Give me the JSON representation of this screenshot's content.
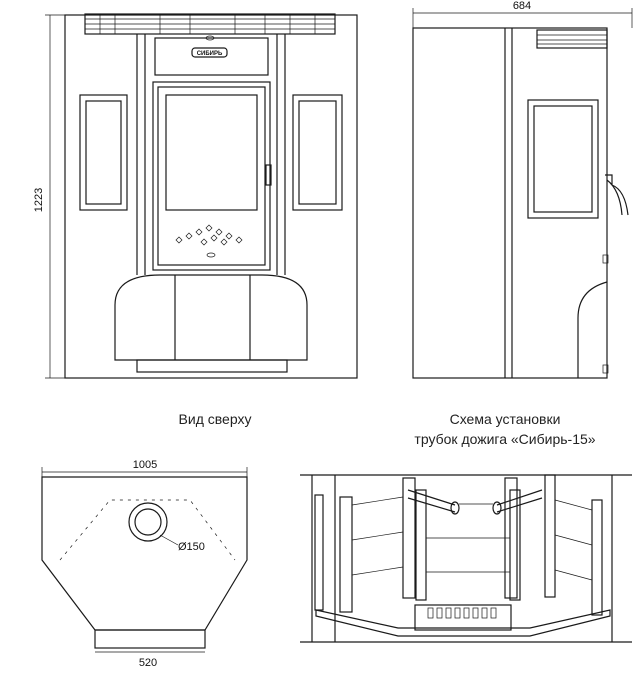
{
  "front_view": {
    "height_dim": "1223",
    "logo_text": "СИБИРЬ"
  },
  "side_view": {
    "width_dim": "684"
  },
  "top_view": {
    "caption": "Вид сверху",
    "width_dim": "1005",
    "flue_dim": "Ø150",
    "base_dim": "520"
  },
  "tubes_scheme": {
    "caption_line1": "Схема установки",
    "caption_line2": "трубок дожига «Сибирь-15»"
  },
  "colors": {
    "line": "#1a1a1a",
    "background": "#ffffff"
  }
}
